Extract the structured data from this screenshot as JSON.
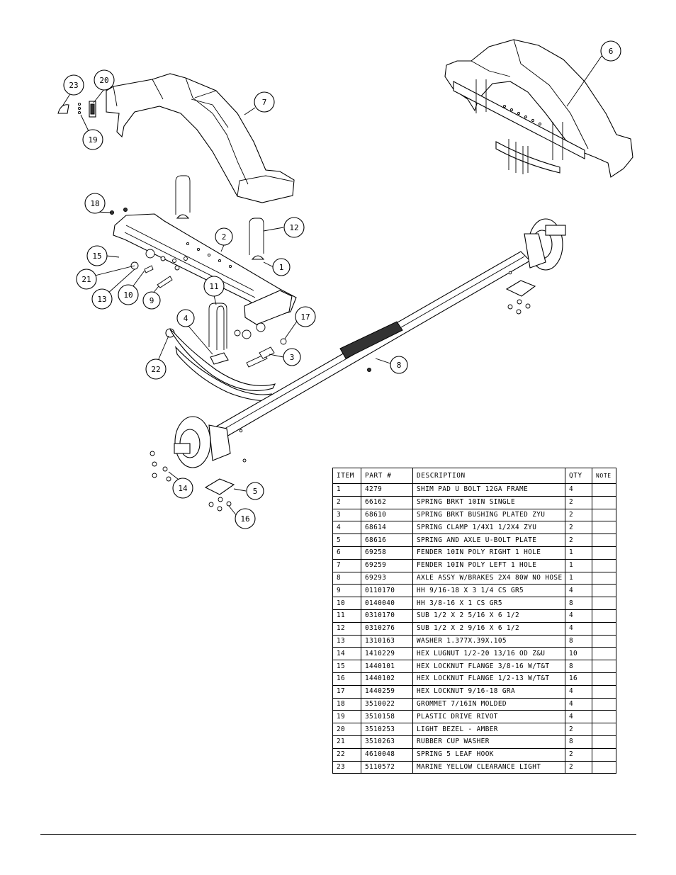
{
  "callouts": [
    "1",
    "2",
    "3",
    "4",
    "5",
    "6",
    "7",
    "8",
    "9",
    "10",
    "11",
    "12",
    "13",
    "14",
    "15",
    "16",
    "17",
    "18",
    "19",
    "20",
    "21",
    "22",
    "23"
  ],
  "parts_table": {
    "headers": [
      "ITEM",
      "PART #",
      "DESCRIPTION",
      "QTY",
      "NOTE"
    ],
    "rows": [
      {
        "item": "1",
        "part": "4279",
        "desc": "SHIM PAD   U BOLT 12GA FRAME",
        "qty": "4",
        "note": ""
      },
      {
        "item": "2",
        "part": "66162",
        "desc": "SPRING BRKT  10IN SINGLE",
        "qty": "2",
        "note": ""
      },
      {
        "item": "3",
        "part": "68610",
        "desc": "SPRING BRKT BUSHING PLATED ZYU",
        "qty": "2",
        "note": ""
      },
      {
        "item": "4",
        "part": "68614",
        "desc": "SPRING CLAMP   1/4X1 1/2X4  ZYU",
        "qty": "2",
        "note": ""
      },
      {
        "item": "5",
        "part": "68616",
        "desc": "SPRING AND AXLE U-BOLT PLATE",
        "qty": "2",
        "note": ""
      },
      {
        "item": "6",
        "part": "69258",
        "desc": "FENDER  10IN POLY RIGHT 1 HOLE",
        "qty": "1",
        "note": ""
      },
      {
        "item": "7",
        "part": "69259",
        "desc": "FENDER  10IN POLY LEFT 1 HOLE",
        "qty": "1",
        "note": ""
      },
      {
        "item": "8",
        "part": "69293",
        "desc": "AXLE ASSY W/BRAKES 2X4 80W NO HOSE",
        "qty": "1",
        "note": ""
      },
      {
        "item": "9",
        "part": "0110170",
        "desc": "HH 9/16-18 X 3 1/4 CS GR5",
        "qty": "4",
        "note": ""
      },
      {
        "item": "10",
        "part": "0140040",
        "desc": "HH 3/8-16 X 1 CS GR5",
        "qty": "8",
        "note": ""
      },
      {
        "item": "11",
        "part": "0310170",
        "desc": "SUB 1/2 X 2 5/16 X 6 1/2",
        "qty": "4",
        "note": ""
      },
      {
        "item": "12",
        "part": "0310276",
        "desc": "SUB 1/2 X 2 9/16 X 6 1/2",
        "qty": "4",
        "note": ""
      },
      {
        "item": "13",
        "part": "1310163",
        "desc": "WASHER 1.377X.39X.105",
        "qty": "8",
        "note": ""
      },
      {
        "item": "14",
        "part": "1410229",
        "desc": "HEX LUGNUT 1/2-20 13/16 OD Z&U",
        "qty": "10",
        "note": ""
      },
      {
        "item": "15",
        "part": "1440101",
        "desc": "HEX LOCKNUT FLANGE 3/8-16 W/T&T",
        "qty": "8",
        "note": ""
      },
      {
        "item": "16",
        "part": "1440102",
        "desc": "HEX LOCKNUT FLANGE 1/2-13 W/T&T",
        "qty": "16",
        "note": ""
      },
      {
        "item": "17",
        "part": "1440259",
        "desc": "HEX LOCKNUT 9/16-18 GRA",
        "qty": "4",
        "note": ""
      },
      {
        "item": "18",
        "part": "3510022",
        "desc": "GROMMET  7/16IN MOLDED",
        "qty": "4",
        "note": ""
      },
      {
        "item": "19",
        "part": "3510158",
        "desc": "PLASTIC DRIVE RIVOT",
        "qty": "4",
        "note": ""
      },
      {
        "item": "20",
        "part": "3510253",
        "desc": "LIGHT BEZEL - AMBER",
        "qty": "2",
        "note": ""
      },
      {
        "item": "21",
        "part": "3510263",
        "desc": "RUBBER CUP WASHER",
        "qty": "8",
        "note": ""
      },
      {
        "item": "22",
        "part": "4610048",
        "desc": "SPRING  5 LEAF HOOK",
        "qty": "2",
        "note": ""
      },
      {
        "item": "23",
        "part": "5110572",
        "desc": "MARINE YELLOW CLEARANCE LIGHT",
        "qty": "2",
        "note": ""
      }
    ]
  }
}
